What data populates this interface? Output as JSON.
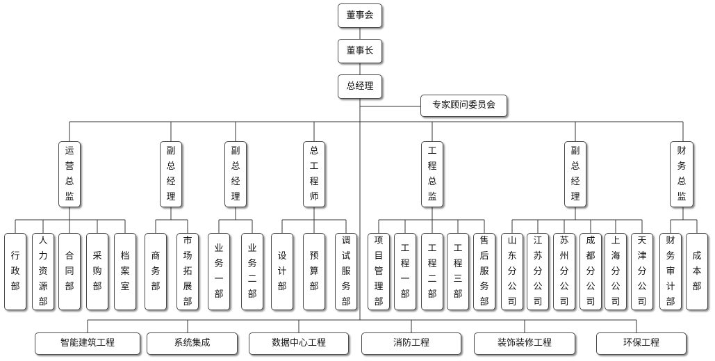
{
  "top": {
    "board": "董事会",
    "chairman": "董事长",
    "gm": "总经理",
    "advisory": "专家顾问委员会"
  },
  "managers": {
    "ops_director": "运营总监",
    "vp_business": "副总经理",
    "vp_sales": "副总经理",
    "chief_engineer": "总工程师",
    "eng_director": "工程总监",
    "vp_branches": "副总经理",
    "finance_director": "财务总监"
  },
  "departments": {
    "admin": "行政部",
    "hr": "人力资源部",
    "contract": "合同部",
    "purchase": "采购部",
    "archive": "档案室",
    "business": "商务部",
    "marketing": "市场拓展部",
    "sales1": "业务一部",
    "sales2": "业务二部",
    "design": "设计部",
    "budget": "预算部",
    "debug": "调试服务部",
    "pm": "项目管理部",
    "eng1": "工程一部",
    "eng2": "工程二部",
    "eng3": "工程三部",
    "aftersales": "售后服务部",
    "shandong": "山东分公司",
    "jiangsu": "江苏分公司",
    "suzhou": "苏州分公司",
    "chengdu": "成都分公司",
    "shanghai": "上海分公司",
    "tianjin": "天津分公司",
    "audit": "财务审计部",
    "cost": "成本部"
  },
  "businesses": {
    "smart_building": "智能建筑工程",
    "integration": "系统集成",
    "datacenter": "数据中心工程",
    "fire": "消防工程",
    "decoration": "装饰装修工程",
    "environment": "环保工程"
  }
}
